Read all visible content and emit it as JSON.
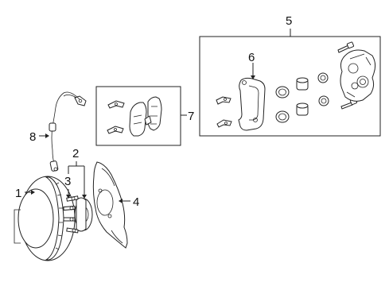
{
  "callouts": {
    "c1": "1",
    "c2": "2",
    "c3": "3",
    "c4": "4",
    "c5": "5",
    "c6": "6",
    "c7": "7",
    "c8": "8"
  },
  "icons": {
    "rotor": "brake-rotor-icon",
    "hub": "wheel-hub-bearing-icon",
    "shield": "splash-shield-icon",
    "sensor": "wheel-speed-sensor-icon",
    "pads": "brake-pad-kit-icon",
    "caliper": "brake-caliper-icon",
    "bracket": "caliper-bracket-icon"
  }
}
